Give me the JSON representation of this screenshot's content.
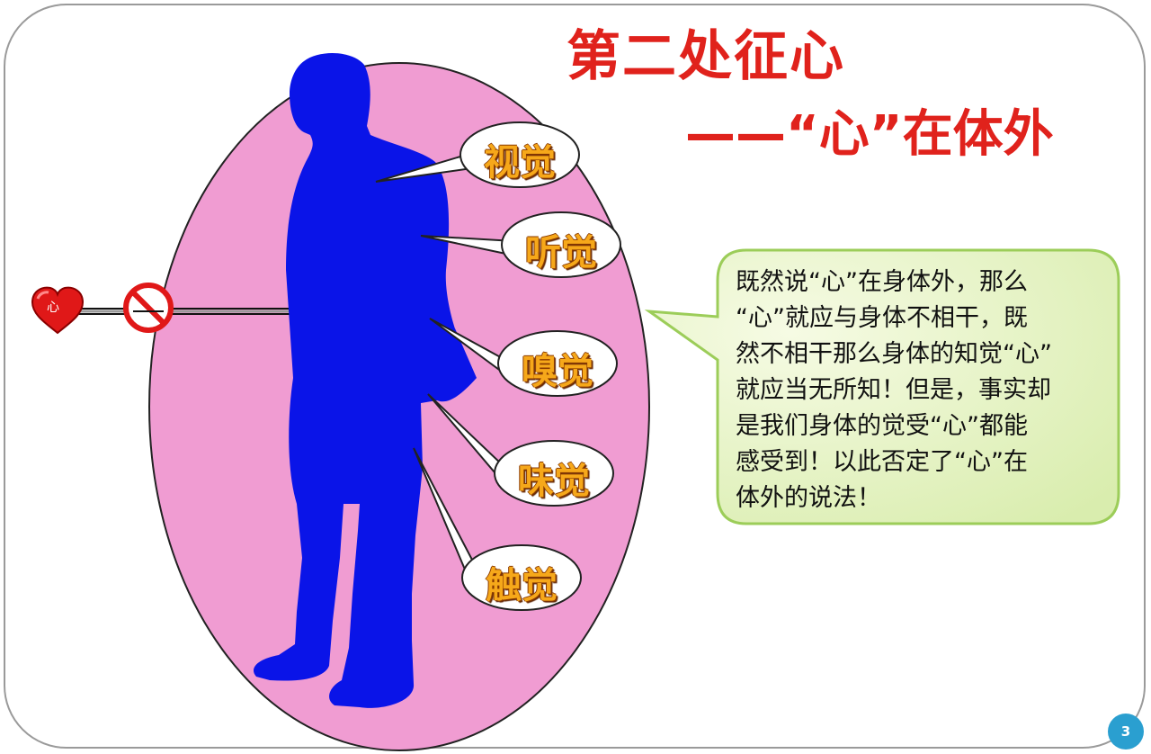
{
  "title": "第二处征心",
  "subtitle": "——“心”在体外",
  "senses": [
    "视觉",
    "听觉",
    "嗅觉",
    "味觉",
    "触觉"
  ],
  "heart_label": "心",
  "explanation": "既然说“心”在身体外，那么\n“心”就应与身体不相干，既\n然不相干那么身体的知觉“心”\n就应当无所知！但是，事实却\n是我们身体的觉受“心”都能\n感受到！以此否定了“心”在\n体外的说法！",
  "page_number": "3",
  "colors": {
    "title": "#e0221c",
    "oval_fill": "#f09cd2",
    "figure": "#0a14e8",
    "sense_text": "#f6a81a",
    "callout_fill": "#eaf5c9",
    "callout_border": "#9ccd59",
    "heart": "#e01818",
    "page_badge": "#2a9fd0"
  },
  "icons": [
    "heart-icon",
    "no-sign-icon"
  ]
}
